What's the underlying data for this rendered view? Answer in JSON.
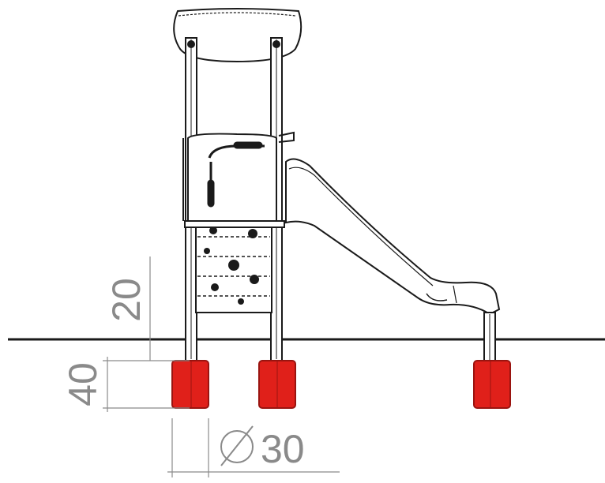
{
  "dimensions": {
    "height_above_ground": "20",
    "footing_depth": "40",
    "footing_diameter_symbol": "∅",
    "footing_diameter": "30"
  },
  "colors": {
    "footing": "#e0201a",
    "footing_dark": "#9a1410",
    "outline": "#1a1a1a",
    "dimension_line": "#8a8a8a"
  },
  "icons": {
    "diameter": "diameter-icon"
  }
}
